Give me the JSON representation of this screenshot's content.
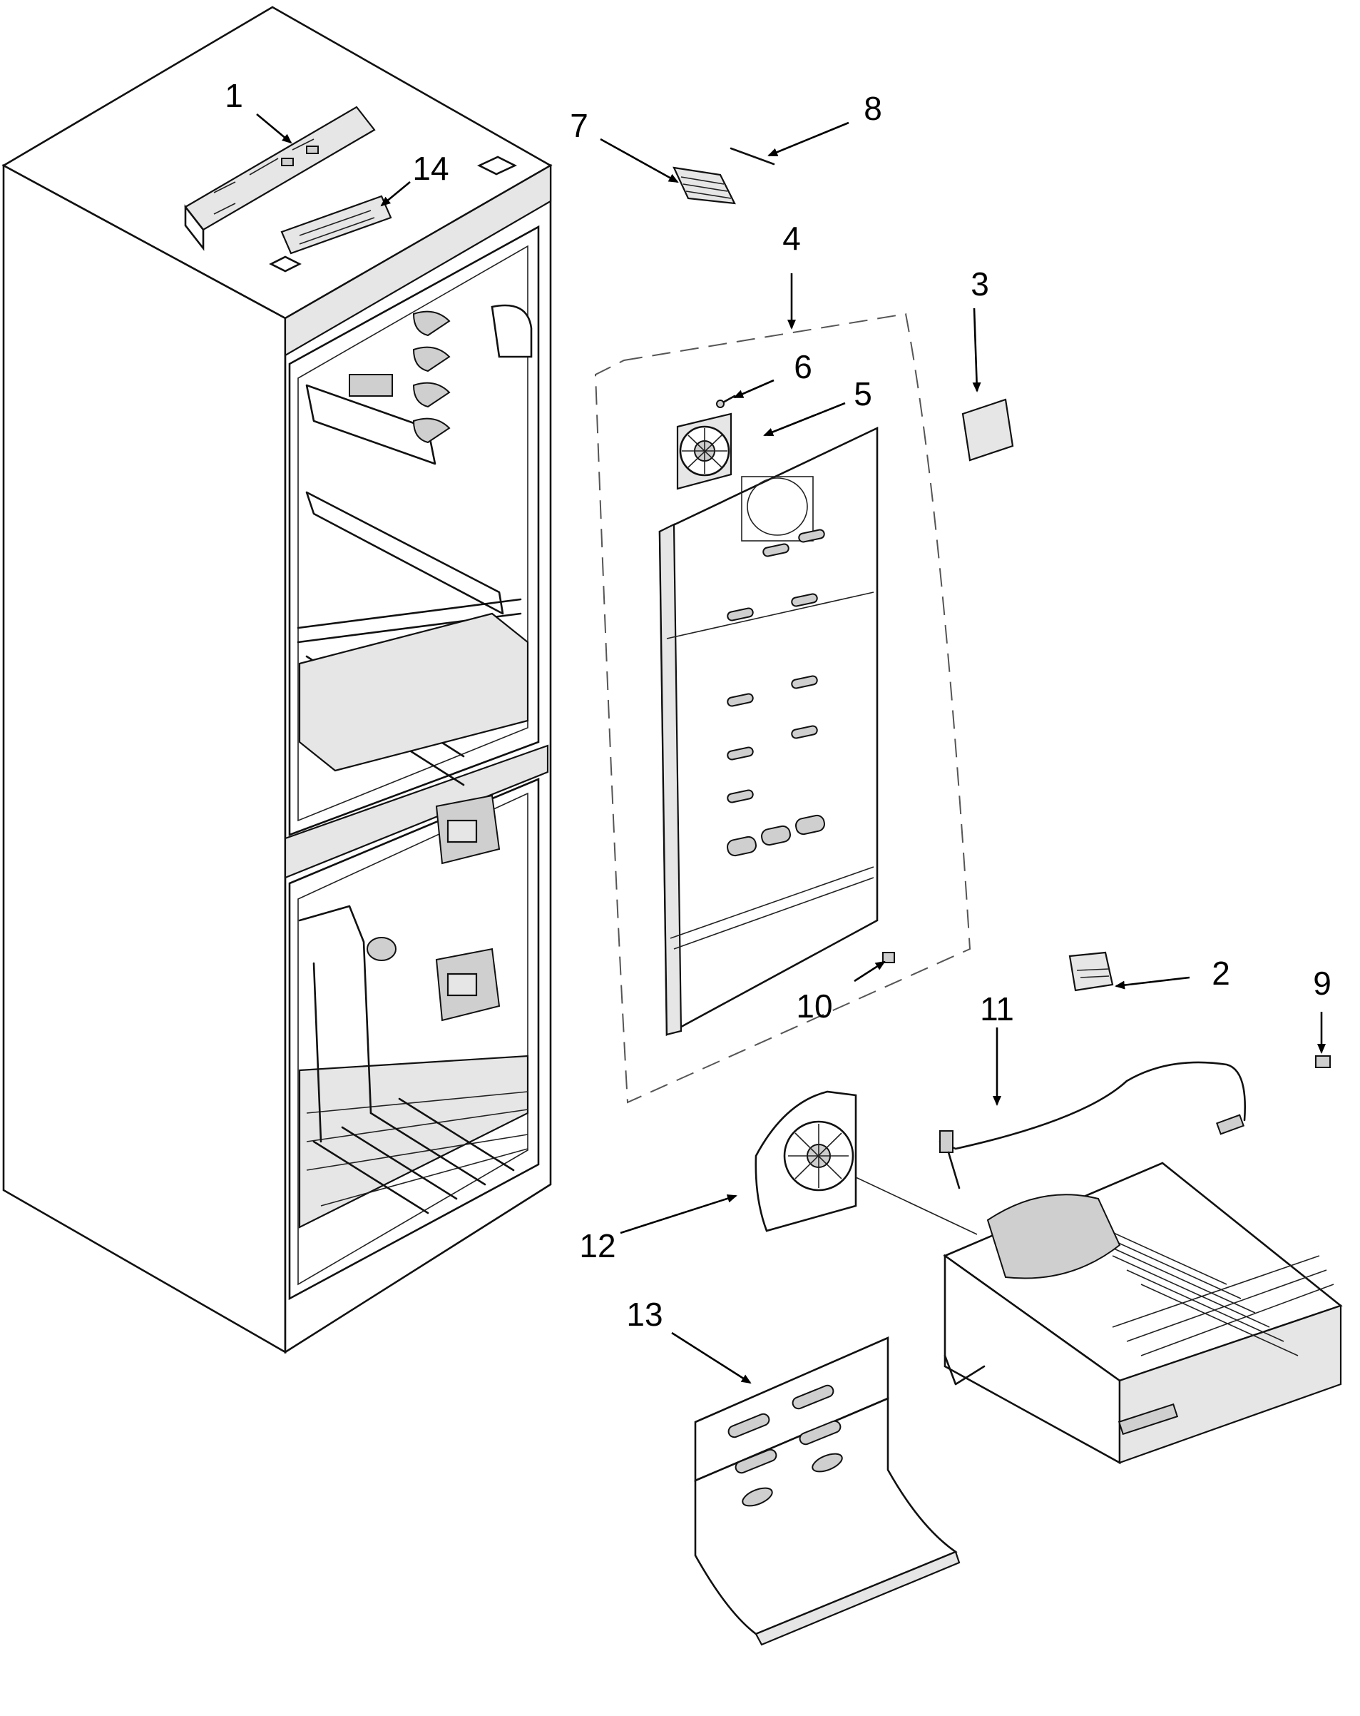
{
  "labels": {
    "p1": "1",
    "p2": "2",
    "p3": "3",
    "p4": "4",
    "p5": "5",
    "p6": "6",
    "p7": "7",
    "p8": "8",
    "p9": "9",
    "p10": "10",
    "p11": "11",
    "p12": "12",
    "p13": "13",
    "p14": "14"
  },
  "colors": {
    "line": "#111111",
    "background": "#ffffff"
  }
}
